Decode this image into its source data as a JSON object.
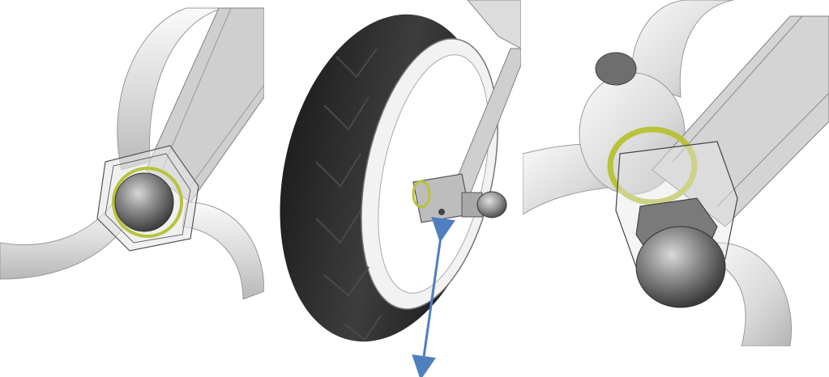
{
  "figure": {
    "panels": [
      {
        "id": "left",
        "subject": "hub-closeup-front-view"
      },
      {
        "id": "middle",
        "subject": "wheel-with-axle-clamp"
      },
      {
        "id": "right",
        "subject": "hub-closeup-angled-view"
      }
    ],
    "colors": {
      "tire": "#2e2e2e",
      "frame": "#d9d9d9",
      "metal": "#8a8a8a",
      "washer": "#b9c23a",
      "arrow": "#4f7fbf"
    }
  }
}
